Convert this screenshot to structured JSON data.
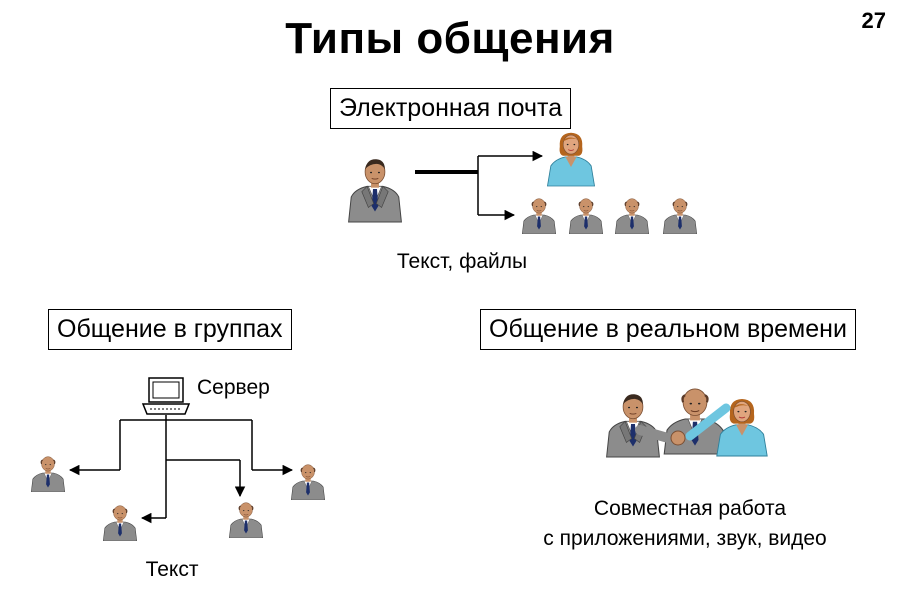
{
  "title": "Типы общения",
  "page_number": "27",
  "sections": {
    "email": {
      "label": "Электронная почта",
      "caption": "Текст, файлы"
    },
    "groups": {
      "label": "Общение в группах",
      "server_label": "Сервер",
      "caption": "Текст"
    },
    "realtime": {
      "label": "Общение в реальном времени",
      "caption_line1": "Совместная работа",
      "caption_line2": "с приложениями, звук, видео"
    }
  },
  "icons": {
    "person": "businessman-icon",
    "woman": "businesswoman-icon",
    "server": "computer-server-icon"
  },
  "colors": {
    "suit": "#8c8c8c",
    "skin": "#c9926a",
    "woman_blouse": "#6ec6e0",
    "line": "#000000"
  }
}
